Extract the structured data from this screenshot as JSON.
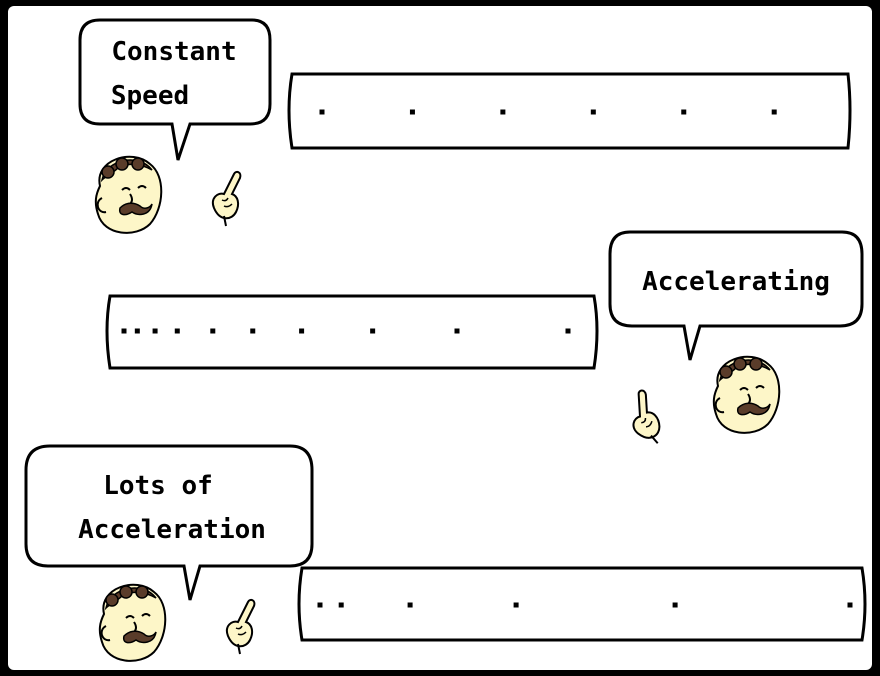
{
  "colors": {
    "background": "#000000",
    "paper": "#ffffff",
    "ink": "#000000",
    "face": "#fdf6c8",
    "hair": "#5a3c2a"
  },
  "panels": [
    {
      "id": "constant-speed",
      "label_lines": [
        "Constant",
        "Speed"
      ],
      "dot_positions": [
        0.0,
        0.19,
        0.38,
        0.57,
        0.76,
        0.95
      ]
    },
    {
      "id": "accelerating",
      "label_lines": [
        "Accelerating"
      ],
      "dot_positions": [
        0.0,
        0.03,
        0.07,
        0.12,
        0.2,
        0.29,
        0.4,
        0.56,
        0.75,
        1.0
      ]
    },
    {
      "id": "lots-of-acceleration",
      "label_lines": [
        "Lots of",
        "Acceleration"
      ],
      "dot_positions": [
        0.0,
        0.04,
        0.17,
        0.37,
        0.67,
        1.0
      ]
    }
  ]
}
